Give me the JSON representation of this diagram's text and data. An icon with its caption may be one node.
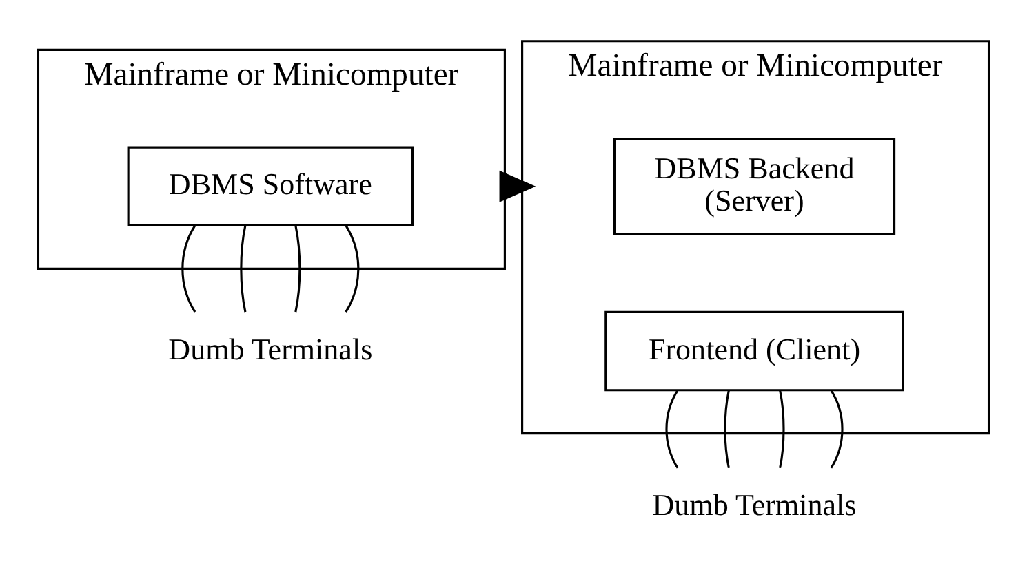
{
  "diagram": {
    "nodes": [
      {
        "text": [
          "Mainframe or Minicomputer"
        ]
      },
      {
        "text": [
          "DBMS Software"
        ],
        "in": 0
      },
      {
        "text": [
          "Dumb Terminals"
        ]
      },
      {
        "text": [
          "Mainframe or Minicomputer"
        ]
      },
      {
        "text": [
          "DBMS Backend",
          "(Server)"
        ],
        "in": 3
      },
      {
        "text": [
          "Frontend (Client)"
        ],
        "in": 3
      },
      {
        "text": [
          "Dumb Terminals"
        ]
      }
    ],
    "edges": [
      {
        "from": 1,
        "to": 2,
        "arrow": "none"
      },
      {
        "from": 1,
        "to": 2,
        "arrow": "none"
      },
      {
        "from": 1,
        "to": 2,
        "arrow": "none"
      },
      {
        "from": 1,
        "to": 2,
        "arrow": "none"
      },
      {
        "from": 0,
        "to": 3,
        "arrow": "to",
        "style": "thick"
      },
      {
        "from": 5,
        "to": 6,
        "arrow": "none"
      },
      {
        "from": 5,
        "to": 6,
        "arrow": "none"
      },
      {
        "from": 5,
        "to": 6,
        "arrow": "none"
      },
      {
        "from": 5,
        "to": 6,
        "arrow": "none"
      }
    ]
  }
}
